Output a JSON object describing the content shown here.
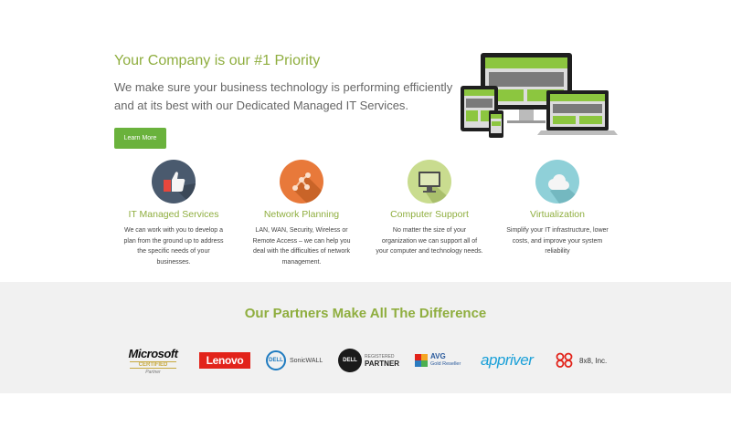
{
  "hero": {
    "title": "Your Company is our #1 Priority",
    "text": "We make sure your business technology is performing efficiently and at its best with our Dedicated Managed IT Services.",
    "button_label": "Learn More"
  },
  "services": [
    {
      "title": "IT Managed Services",
      "desc": "We can work with you to develop a plan from the ground up to address the specific needs of your businesses.",
      "icon": "thumbs-up-icon",
      "color": "#4a5a6e"
    },
    {
      "title": "Network Planning",
      "desc": "LAN, WAN, Security, Wireless or Remote Access – we can help you deal with the difficulties of network management.",
      "icon": "network-icon",
      "color": "#e8793a"
    },
    {
      "title": "Computer Support",
      "desc": "No matter the size of your organization we can support all of your computer and technology needs.",
      "icon": "monitor-icon",
      "color": "#c9dc8f"
    },
    {
      "title": "Virtualization",
      "desc": "Simplify your IT infrastructure, lower costs, and improve your system reliability",
      "icon": "cloud-icon",
      "color": "#8fd0d8"
    }
  ],
  "partners": {
    "title": "Our Partners Make All The Difference",
    "logos": {
      "microsoft": {
        "name": "Microsoft",
        "line1": "CERTIFIED",
        "line2": "Partner"
      },
      "lenovo": {
        "name": "Lenovo"
      },
      "dell_sonicwall": {
        "badge": "DELL",
        "name": "SonicWALL"
      },
      "dell_partner": {
        "badge": "DELL",
        "line1": "REGISTERED",
        "line2": "PARTNER"
      },
      "avg": {
        "name": "AVG",
        "line1": "Gold Reseller"
      },
      "appriver": {
        "name": "appriver"
      },
      "eightbyeight": {
        "name": "8x8, Inc."
      }
    }
  },
  "colors": {
    "accent": "#8fae3f",
    "button": "#6ab23c",
    "partners_bg": "#f1f1f1"
  }
}
